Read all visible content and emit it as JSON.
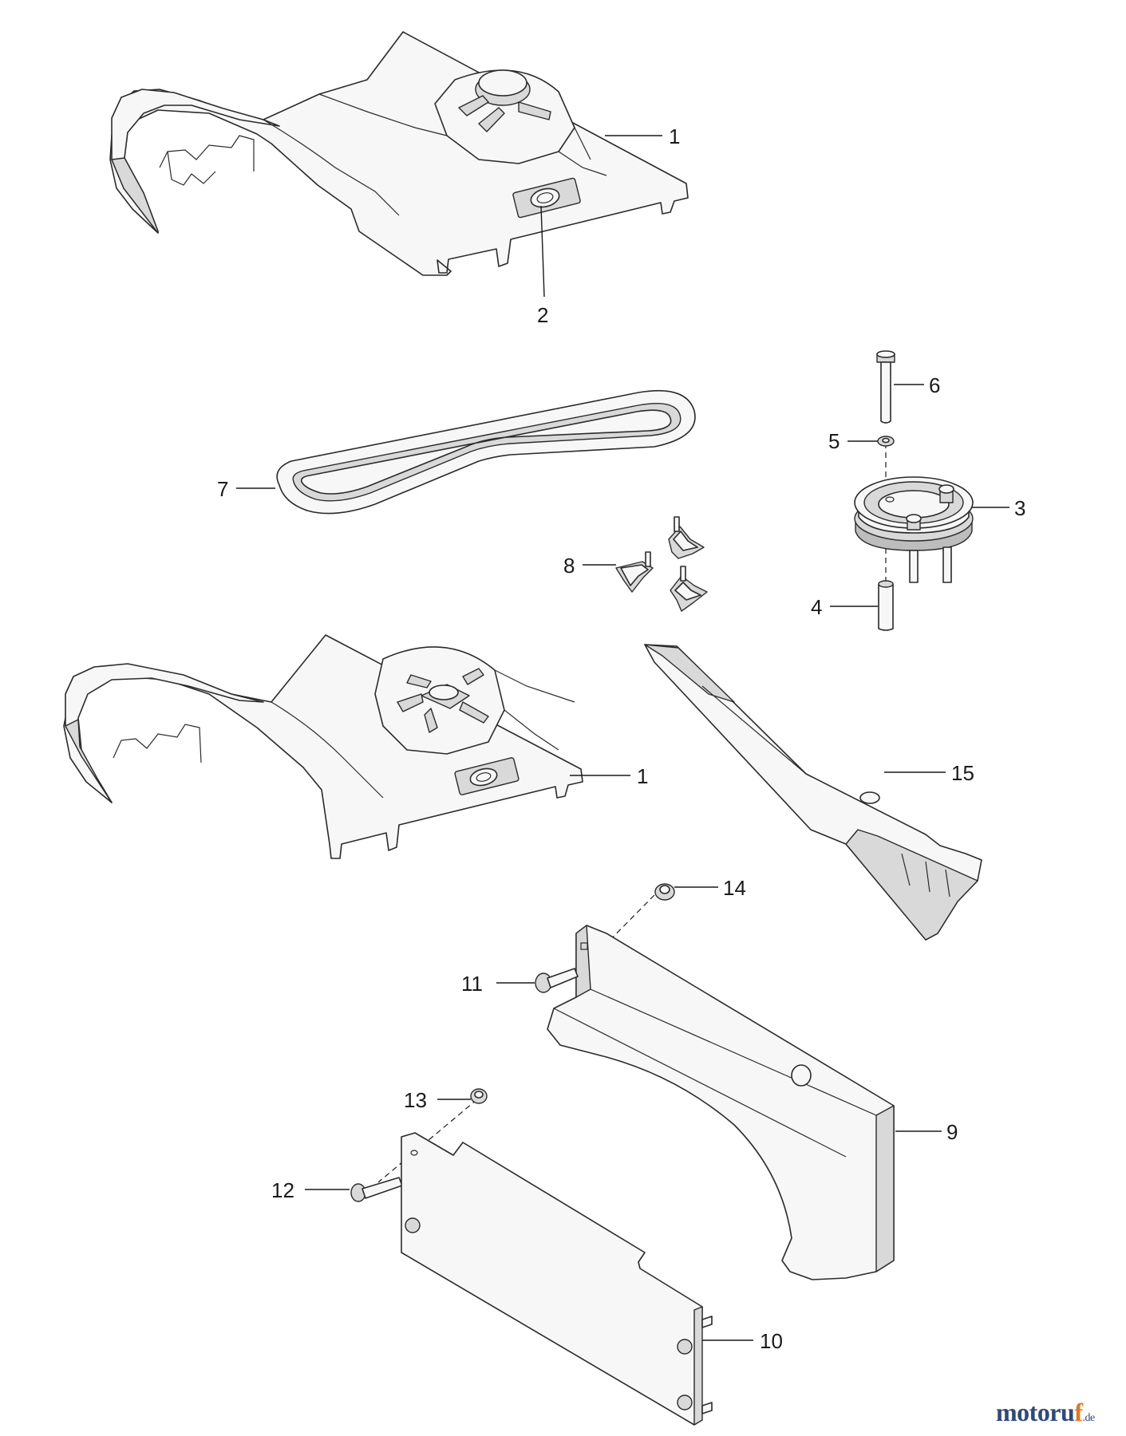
{
  "callouts": [
    {
      "id": "c1a",
      "label": "1"
    },
    {
      "id": "c2",
      "label": "2"
    },
    {
      "id": "c6",
      "label": "6"
    },
    {
      "id": "c5",
      "label": "5"
    },
    {
      "id": "c7",
      "label": "7"
    },
    {
      "id": "c3",
      "label": "3"
    },
    {
      "id": "c8",
      "label": "8"
    },
    {
      "id": "c4",
      "label": "4"
    },
    {
      "id": "c1b",
      "label": "1"
    },
    {
      "id": "c15",
      "label": "15"
    },
    {
      "id": "c14",
      "label": "14"
    },
    {
      "id": "c11",
      "label": "11"
    },
    {
      "id": "c13",
      "label": "13"
    },
    {
      "id": "c9",
      "label": "9"
    },
    {
      "id": "c12",
      "label": "12"
    },
    {
      "id": "c10",
      "label": "10"
    }
  ],
  "watermark": {
    "name_part1": "motoru",
    "name_accent": "f",
    "tld": ".de"
  }
}
